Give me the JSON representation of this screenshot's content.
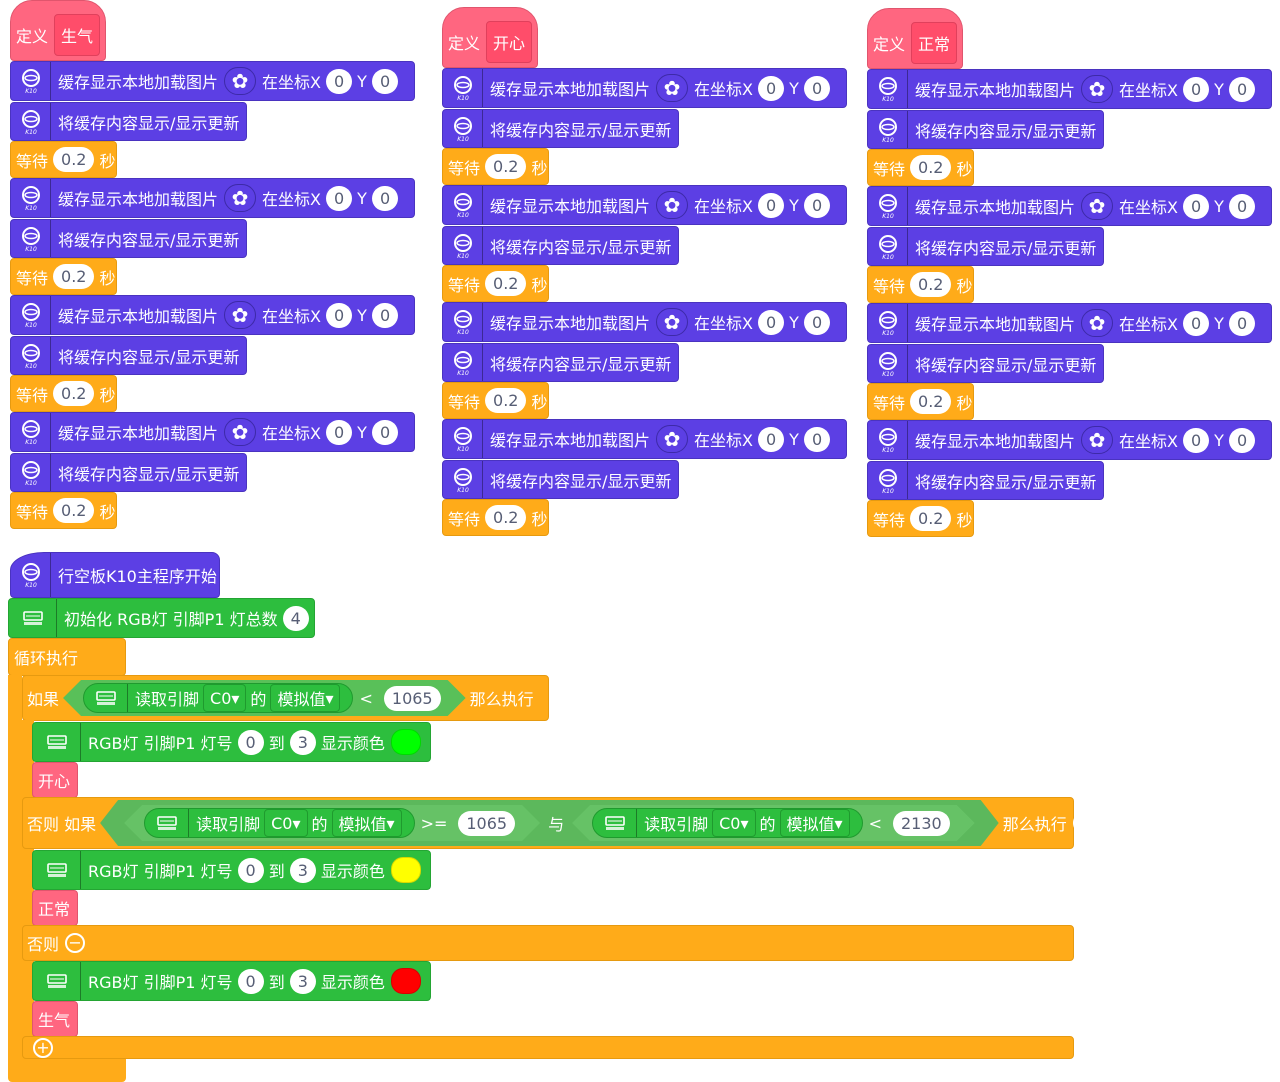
{
  "colors": {
    "procedure": "#FF6680",
    "k10": "#5C3FE4",
    "control": "#FFAB19",
    "rgb": "#2DBE3E",
    "condition": "#59C059"
  },
  "common": {
    "define": "定义",
    "load": "缓存显示本地加载图片",
    "at_x": "在坐标X",
    "y_label": "Y",
    "refresh": "将缓存内容显示/显示更新",
    "wait": "等待",
    "seconds": "秒",
    "k10_badge": "K10",
    "image_icon": "flower-icon"
  },
  "procedures": [
    {
      "name": "生气",
      "frames": [
        {
          "x": "0",
          "y": "0",
          "wait": "0.2"
        },
        {
          "x": "0",
          "y": "0",
          "wait": "0.2"
        },
        {
          "x": "0",
          "y": "0",
          "wait": "0.2"
        },
        {
          "x": "0",
          "y": "0",
          "wait": "0.2"
        }
      ]
    },
    {
      "name": "开心",
      "frames": [
        {
          "x": "0",
          "y": "0",
          "wait": "0.2"
        },
        {
          "x": "0",
          "y": "0",
          "wait": "0.2"
        },
        {
          "x": "0",
          "y": "0",
          "wait": "0.2"
        },
        {
          "x": "0",
          "y": "0",
          "wait": "0.2"
        }
      ]
    },
    {
      "name": "正常",
      "frames": [
        {
          "x": "0",
          "y": "0",
          "wait": "0.2"
        },
        {
          "x": "0",
          "y": "0",
          "wait": "0.2"
        },
        {
          "x": "0",
          "y": "0",
          "wait": "0.2"
        },
        {
          "x": "0",
          "y": "0",
          "wait": "0.2"
        }
      ]
    }
  ],
  "main": {
    "hat": "行空板K10主程序开始",
    "init": {
      "text": "初始化 RGB灯 引脚P1 灯总数",
      "count": "4"
    },
    "loop": "循环执行",
    "if": {
      "label": "如果",
      "cond": {
        "read": "读取引脚",
        "pin": "C0",
        "of": "的",
        "mode": "模拟值",
        "op": "<",
        "value": "1065"
      },
      "then": "那么执行"
    },
    "elif": {
      "label": "否则 如果",
      "left": {
        "read": "读取引脚",
        "pin": "C0",
        "of": "的",
        "mode": "模拟值",
        "op": ">=",
        "value": "1065"
      },
      "and": "与",
      "right": {
        "read": "读取引脚",
        "pin": "C0",
        "of": "的",
        "mode": "模拟值",
        "op": "<",
        "value": "2130"
      },
      "then": "那么执行"
    },
    "else": "否则",
    "branches": [
      {
        "rgb": "RGB灯 引脚P1 灯号",
        "from": "0",
        "to_label": "到",
        "to": "3",
        "show": "显示颜色",
        "color": "#00FF00",
        "call": "开心"
      },
      {
        "rgb": "RGB灯 引脚P1 灯号",
        "from": "0",
        "to_label": "到",
        "to": "3",
        "show": "显示颜色",
        "color": "#FFFF00",
        "call": "正常"
      },
      {
        "rgb": "RGB灯 引脚P1 灯号",
        "from": "0",
        "to_label": "到",
        "to": "3",
        "show": "显示颜色",
        "color": "#FF0000",
        "call": "生气"
      }
    ]
  }
}
